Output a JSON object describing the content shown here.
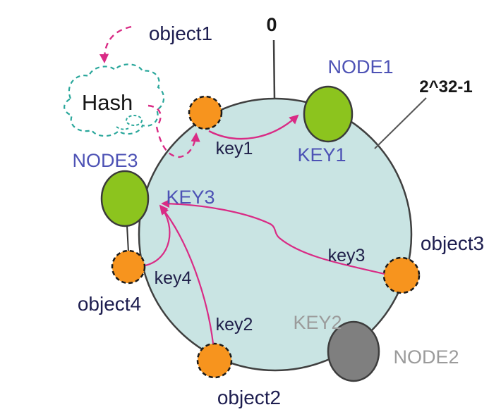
{
  "diagram": {
    "type": "consistent-hashing-ring",
    "ring": {
      "zero_label": "0",
      "max_label": "2^32-1"
    },
    "hash_function": {
      "label": "Hash"
    },
    "nodes": [
      {
        "id": "node1",
        "label": "NODE1",
        "key_label": "KEY1",
        "color": "#8cc41e",
        "label_color": "#4d52b5"
      },
      {
        "id": "node2",
        "label": "NODE2",
        "key_label": "KEY2",
        "color": "#7f7f7f",
        "label_color": "#9b9b9b"
      },
      {
        "id": "node3",
        "label": "NODE3",
        "key_label": "KEY3",
        "color": "#8cc41e",
        "label_color": "#4d52b5"
      }
    ],
    "objects": [
      {
        "id": "object1",
        "label": "object1"
      },
      {
        "id": "object2",
        "label": "object2",
        "key": "key2"
      },
      {
        "id": "object3",
        "label": "object3",
        "key": "key3"
      },
      {
        "id": "object4",
        "label": "object4",
        "key": "key4"
      }
    ],
    "keys": [
      {
        "id": "key1",
        "label": "key1"
      },
      {
        "id": "key2",
        "label": "key2"
      },
      {
        "id": "key3",
        "label": "key3"
      },
      {
        "id": "key4",
        "label": "key4"
      }
    ],
    "colors": {
      "ring_fill": "#c9e4e3",
      "ring_stroke": "#3f3f3f",
      "node_green": "#8cc41e",
      "node_gray": "#7f7f7f",
      "point_orange": "#f7941e",
      "arrow_pink": "#d92b85",
      "cloud_teal": "#2aa79b",
      "label_blue": "#4d52b5",
      "label_navy": "#1d1d4f",
      "label_gray": "#9b9b9b"
    }
  }
}
